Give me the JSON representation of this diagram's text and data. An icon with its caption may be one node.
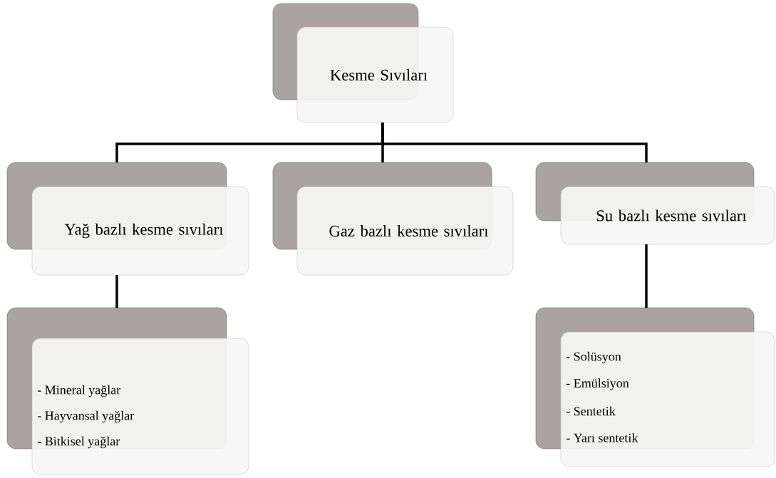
{
  "diagram": {
    "nodes": [
      {
        "text": [
          "Kesme Sıvıları"
        ]
      },
      {
        "text": [
          "Yağ bazlı kesme sıvıları"
        ]
      },
      {
        "text": [
          "Gaz bazlı kesme sıvıları"
        ]
      },
      {
        "text": [
          "Su bazlı kesme sıvıları"
        ]
      },
      {
        "text": [
          "- Mineral yağlar",
          "- Hayvansal yağlar",
          "- Bitkisel yağlar"
        ]
      },
      {
        "text": [
          "- Solüsyon",
          "- Emülsiyon",
          "- Sentetik",
          "- Yarı sentetik"
        ]
      }
    ],
    "edges": [
      {
        "from": 0,
        "to": 1,
        "arrow": "none"
      },
      {
        "from": 0,
        "to": 2,
        "arrow": "none"
      },
      {
        "from": 0,
        "to": 3,
        "arrow": "none"
      },
      {
        "from": 1,
        "to": 4,
        "arrow": "none"
      },
      {
        "from": 3,
        "to": 5,
        "arrow": "none"
      }
    ]
  }
}
